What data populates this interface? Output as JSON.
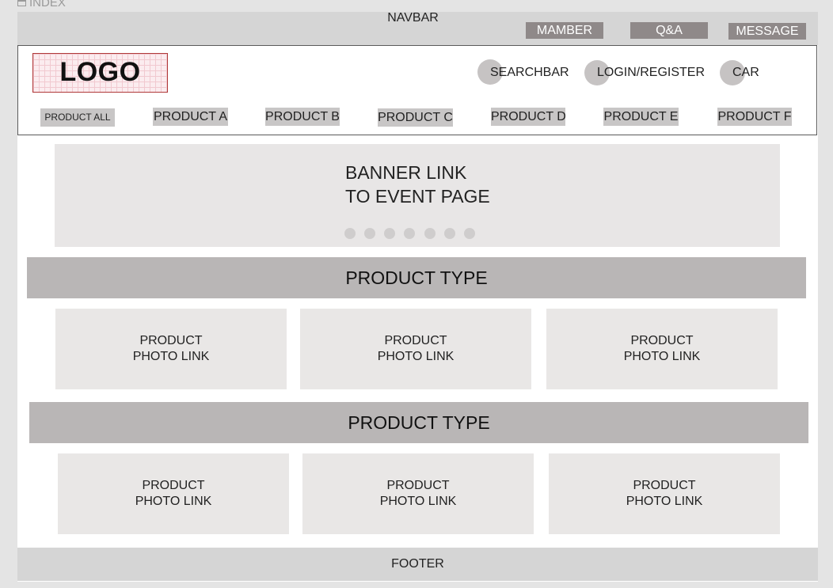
{
  "frame_label": "INDEX",
  "navbar": {
    "title": "NAVBAR",
    "buttons": [
      "MAMBER",
      "Q&A",
      "MESSAGE"
    ]
  },
  "header": {
    "logo": "LOGO",
    "links": [
      "SEARCHBAR",
      "LOGIN/REGISTER",
      "CAR"
    ]
  },
  "menu": [
    "PRODUCT ALL",
    "PRODUCT A",
    "PRODUCT B",
    "PRODUCT C",
    "PRODUCT D",
    "PRODUCT E",
    "PRODUCT F"
  ],
  "banner": {
    "line1": "BANNER LINK",
    "line2": "TO EVENT PAGE",
    "dot_count": 7
  },
  "sections": [
    {
      "title": "PRODUCT TYPE",
      "cards": [
        {
          "line1": "PRODUCT",
          "line2": "PHOTO LINK"
        },
        {
          "line1": "PRODUCT",
          "line2": "PHOTO LINK"
        },
        {
          "line1": "PRODUCT",
          "line2": "PHOTO LINK"
        }
      ]
    },
    {
      "title": "PRODUCT TYPE",
      "cards": [
        {
          "line1": "PRODUCT",
          "line2": "PHOTO LINK"
        },
        {
          "line1": "PRODUCT",
          "line2": "PHOTO LINK"
        },
        {
          "line1": "PRODUCT",
          "line2": "PHOTO LINK"
        }
      ]
    }
  ],
  "footer": "FOOTER"
}
